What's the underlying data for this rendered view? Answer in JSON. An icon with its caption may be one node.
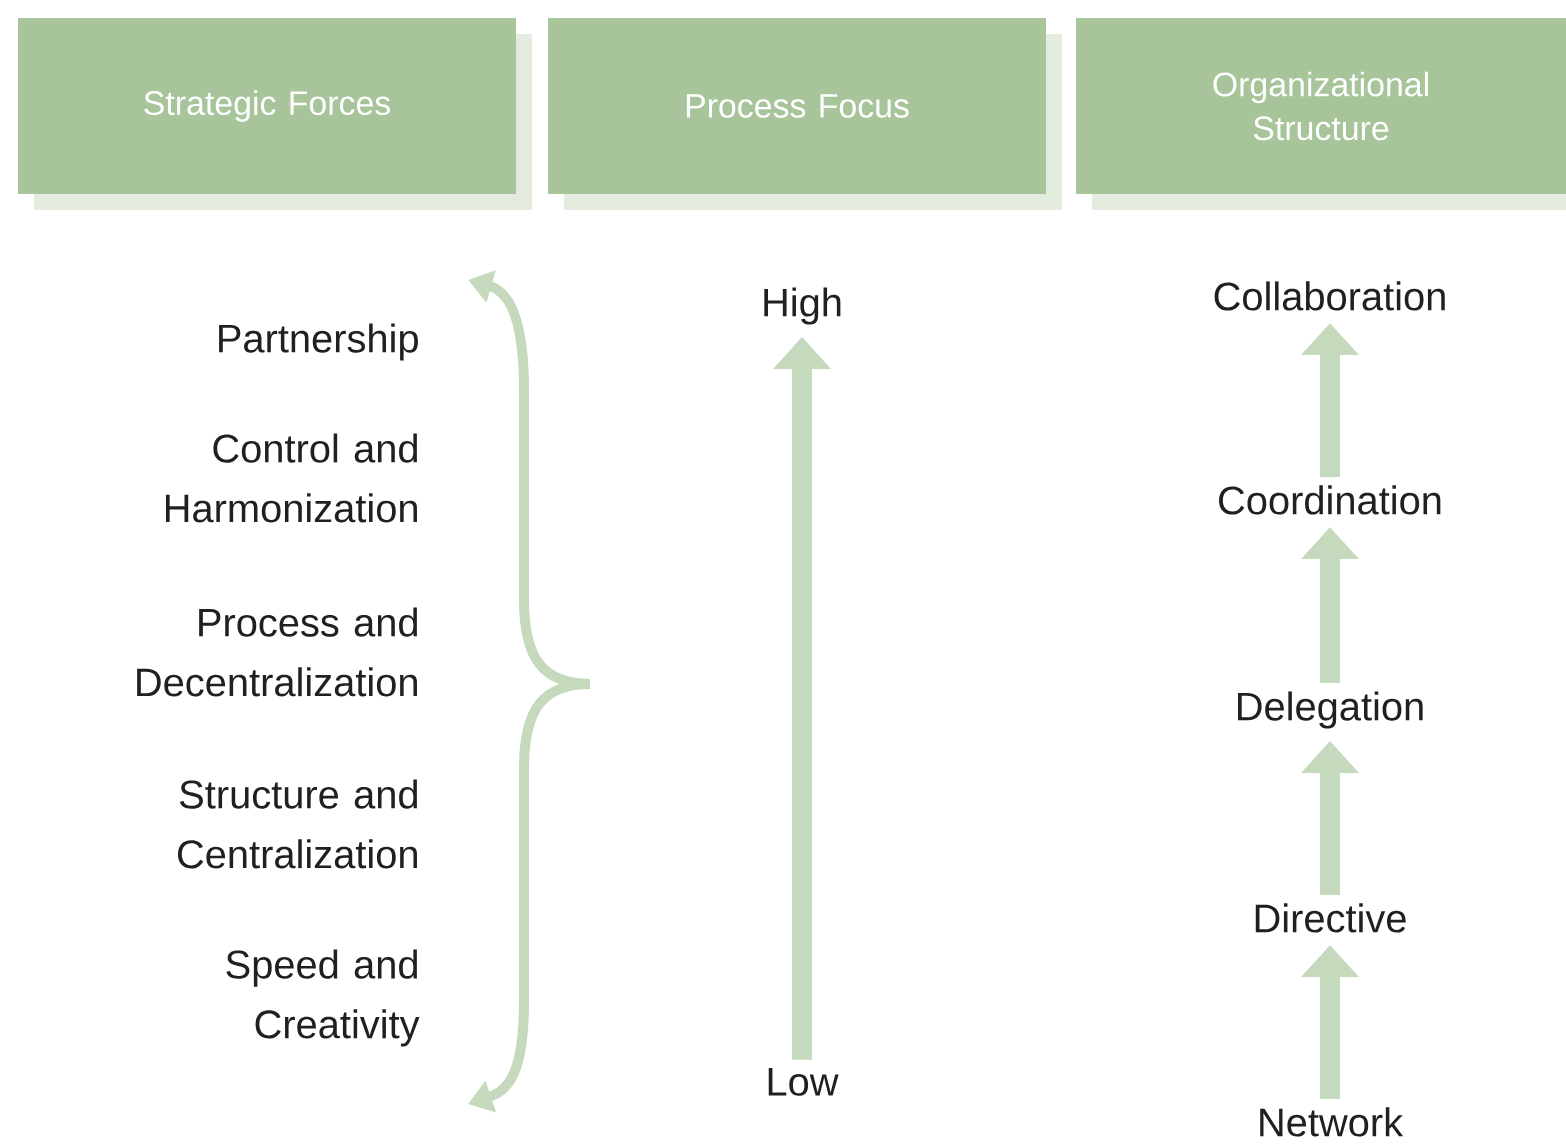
{
  "diagram": {
    "nodes": [
      {
        "text": [
          "Strategic Forces"
        ]
      },
      {
        "text": [
          "Process Focus"
        ]
      },
      {
        "text": [
          "Organizational Structure"
        ]
      },
      {
        "text": [
          "High"
        ]
      },
      {
        "text": [
          "Low"
        ]
      },
      {
        "text": [
          "Collaboration"
        ]
      },
      {
        "text": [
          "Coordination"
        ]
      },
      {
        "text": [
          "Delegation"
        ]
      },
      {
        "text": [
          "Directive"
        ]
      },
      {
        "text": [
          "Network"
        ]
      }
    ],
    "edges": [
      {
        "from": 4,
        "to": 3,
        "arrow": "to"
      },
      {
        "from": 9,
        "to": 8,
        "arrow": "to"
      },
      {
        "from": 8,
        "to": 7,
        "arrow": "to"
      },
      {
        "from": 7,
        "to": 6,
        "arrow": "to"
      },
      {
        "from": 6,
        "to": 5,
        "arrow": "to"
      }
    ],
    "labels": [
      "Partnership",
      "Control and Harmonization",
      "Process and Decentralization",
      "Structure and Centralization",
      "Speed and Creativity"
    ]
  }
}
